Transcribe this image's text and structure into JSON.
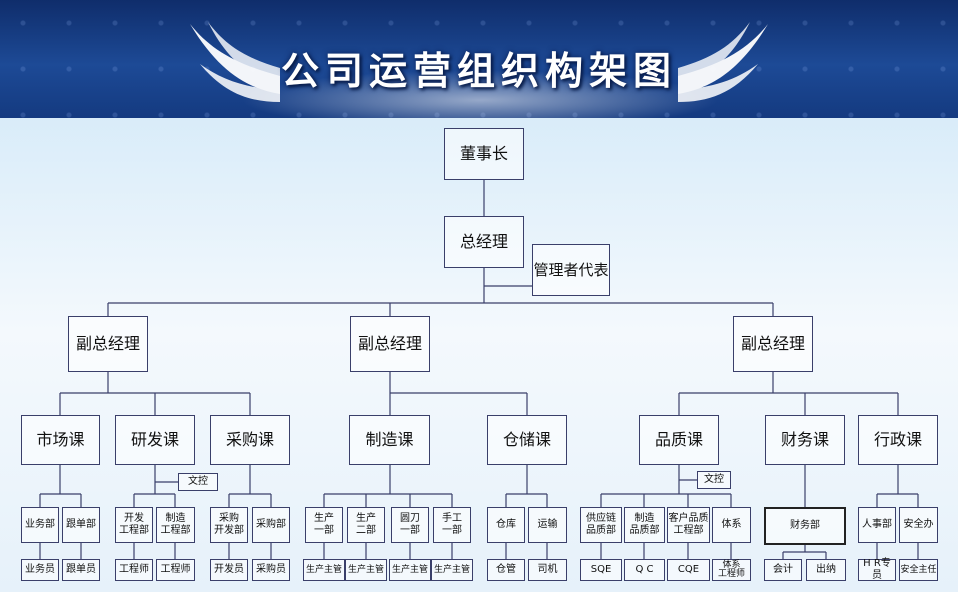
{
  "title": "公司运营组织构架图",
  "org": {
    "chairman": "董事长",
    "gm": "总经理",
    "mgmt_rep": "管理者代表",
    "vp_left": "副总经理",
    "vp_mid": "副总经理",
    "vp_right": "副总经理",
    "sections": {
      "market": "市场课",
      "rd": "研发课",
      "purchase": "采购课",
      "manufacture": "制造课",
      "storage": "仓储课",
      "quality": "品质课",
      "finance": "财务课",
      "admin": "行政课"
    },
    "doc_control_1": "文控",
    "doc_control_2": "文控",
    "depts": {
      "sales": "业务部",
      "order": "跟单部",
      "dev_eng": "开发\n工程部",
      "mfg_eng": "制造\n工程部",
      "purch_dev": "采购\n开发部",
      "purch": "采购部",
      "prod1": "生产\n一部",
      "prod2": "生产\n二部",
      "knife": "圆刀\n一部",
      "manual": "手工\n一部",
      "warehouse": "仓库",
      "transport": "运输",
      "supply_q": "供应链\n品质部",
      "mfg_q": "制造\n品质部",
      "cust_q": "客户品质\n工程部",
      "system": "体系",
      "fin_dept": "财务部",
      "hr": "人事部",
      "safety": "安全办"
    },
    "roles": {
      "sales_staff": "业务员",
      "order_staff": "跟单员",
      "engineer1": "工程师",
      "engineer2": "工程师",
      "developer": "开发员",
      "buyer": "采购员",
      "pm1": "生产主管",
      "pm2": "生产主管",
      "pm3": "生产主管",
      "pm4": "生产主管",
      "wh_keeper": "仓管",
      "driver": "司机",
      "sqe": "SQE",
      "qc": "Q C",
      "cqe": "CQE",
      "sys_eng": "体系\n工程师",
      "accountant": "会计",
      "cashier": "出纳",
      "hr_staff": "H R专员",
      "safety_officer": "安全主任"
    }
  }
}
